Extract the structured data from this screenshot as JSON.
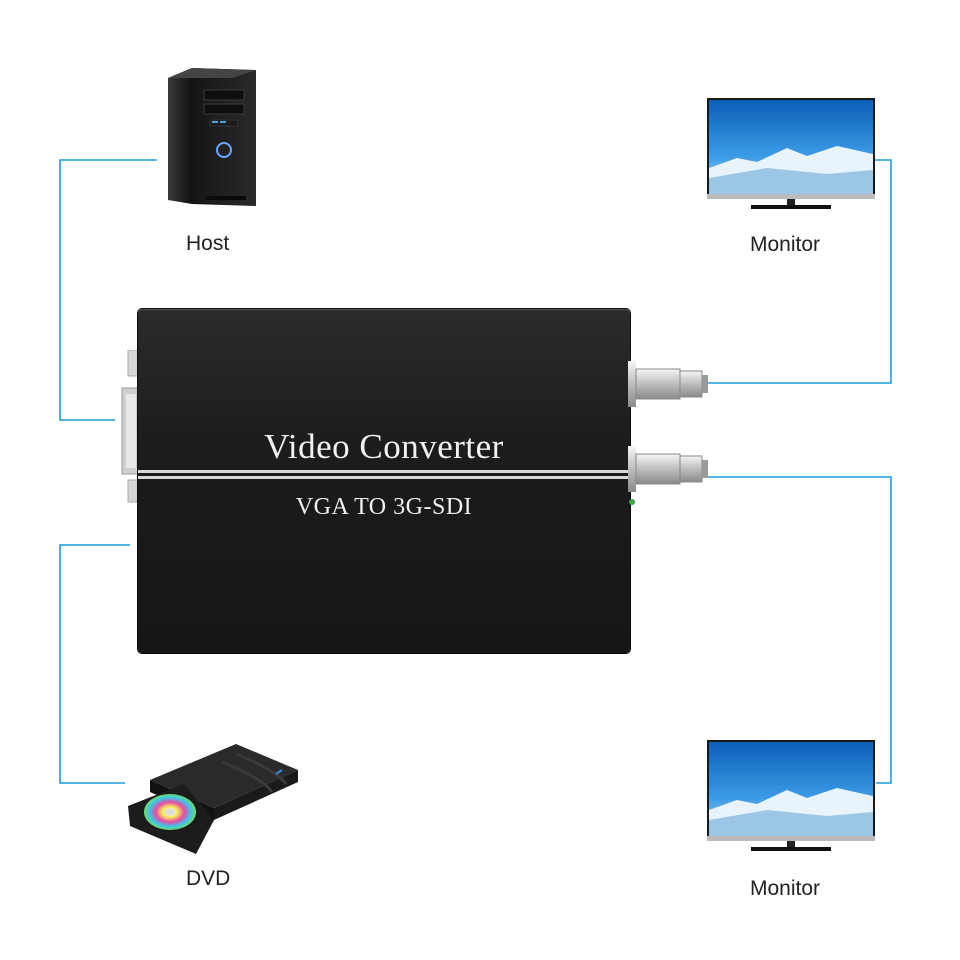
{
  "host_label": "Host",
  "dvd_label": "DVD",
  "monitor_top_label": "Monitor",
  "monitor_bottom_label": "Monitor",
  "converter": {
    "title": "Video Converter",
    "subtitle": "VGA TO 3G-SDI"
  },
  "colors": {
    "connector_line": "#1e9bd7",
    "device_body": "#1c1c1c",
    "text": "#222222"
  },
  "icons": {
    "host": "desktop-tower-icon",
    "dvd": "dvd-drive-icon",
    "monitor": "monitor-icon"
  }
}
